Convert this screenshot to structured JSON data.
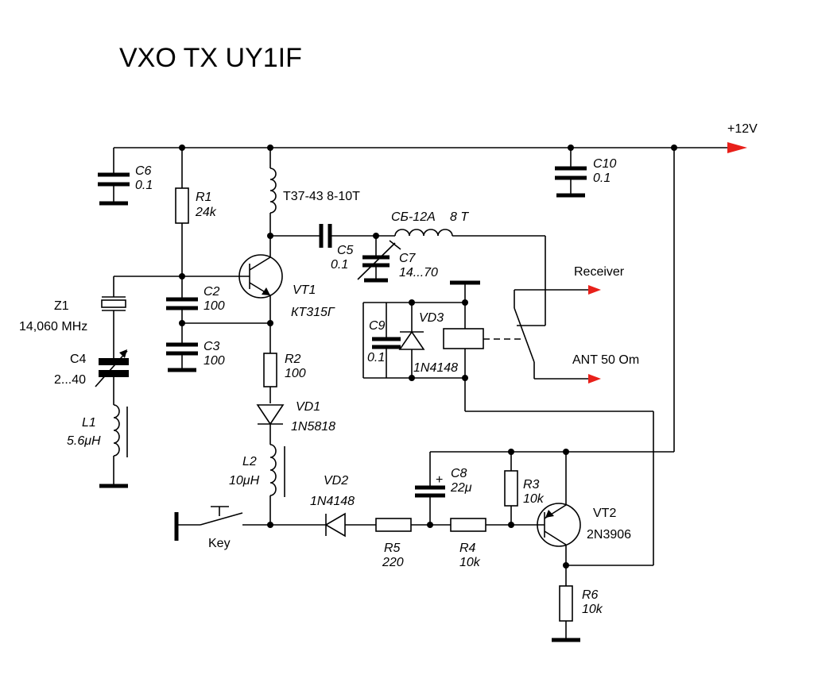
{
  "title": "VXO TX UY1IF",
  "supply": "+12V",
  "components": {
    "c6": {
      "ref": "C6",
      "value": "0.1"
    },
    "r1": {
      "ref": "R1",
      "value": "24k"
    },
    "t": {
      "ref": "T37-43 8-10T"
    },
    "c10": {
      "ref": "C10",
      "value": "0.1"
    },
    "l3": {
      "ref": "СБ-12А",
      "value": "8 Т"
    },
    "c5": {
      "ref": "C5",
      "value": "0.1"
    },
    "c7": {
      "ref": "C7",
      "value": "14...70"
    },
    "vt1": {
      "ref": "VT1",
      "value": "КТ315Г"
    },
    "c2": {
      "ref": "C2",
      "value": "100"
    },
    "c3": {
      "ref": "C3",
      "value": "100"
    },
    "z1": {
      "ref": "Z1",
      "value": "14,060 MHz"
    },
    "c4": {
      "ref": "C4",
      "value": "2...40"
    },
    "l1": {
      "ref": "L1",
      "value": "5.6μH"
    },
    "r2": {
      "ref": "R2",
      "value": "100"
    },
    "vd1": {
      "ref": "VD1",
      "value": "1N5818"
    },
    "l2": {
      "ref": "L2",
      "value": "10μH"
    },
    "key": {
      "ref": "Key"
    },
    "vd2": {
      "ref": "VD2",
      "value": "1N4148"
    },
    "r5": {
      "ref": "R5",
      "value": "220"
    },
    "c8": {
      "ref": "C8",
      "value": "22μ",
      "polarity": "+"
    },
    "r4": {
      "ref": "R4",
      "value": "10k"
    },
    "r3": {
      "ref": "R3",
      "value": "10k"
    },
    "vt2": {
      "ref": "VT2",
      "value": "2N3906"
    },
    "r6": {
      "ref": "R6",
      "value": "10k"
    },
    "c9": {
      "ref": "C9",
      "value": "0.1"
    },
    "vd3": {
      "ref": "VD3",
      "value": "1N4148"
    }
  },
  "outputs": {
    "receiver": "Receiver",
    "antenna": "ANT 50 Om"
  },
  "colors": {
    "line": "#000000",
    "arrow": "#e8201a",
    "background": "#ffffff"
  }
}
